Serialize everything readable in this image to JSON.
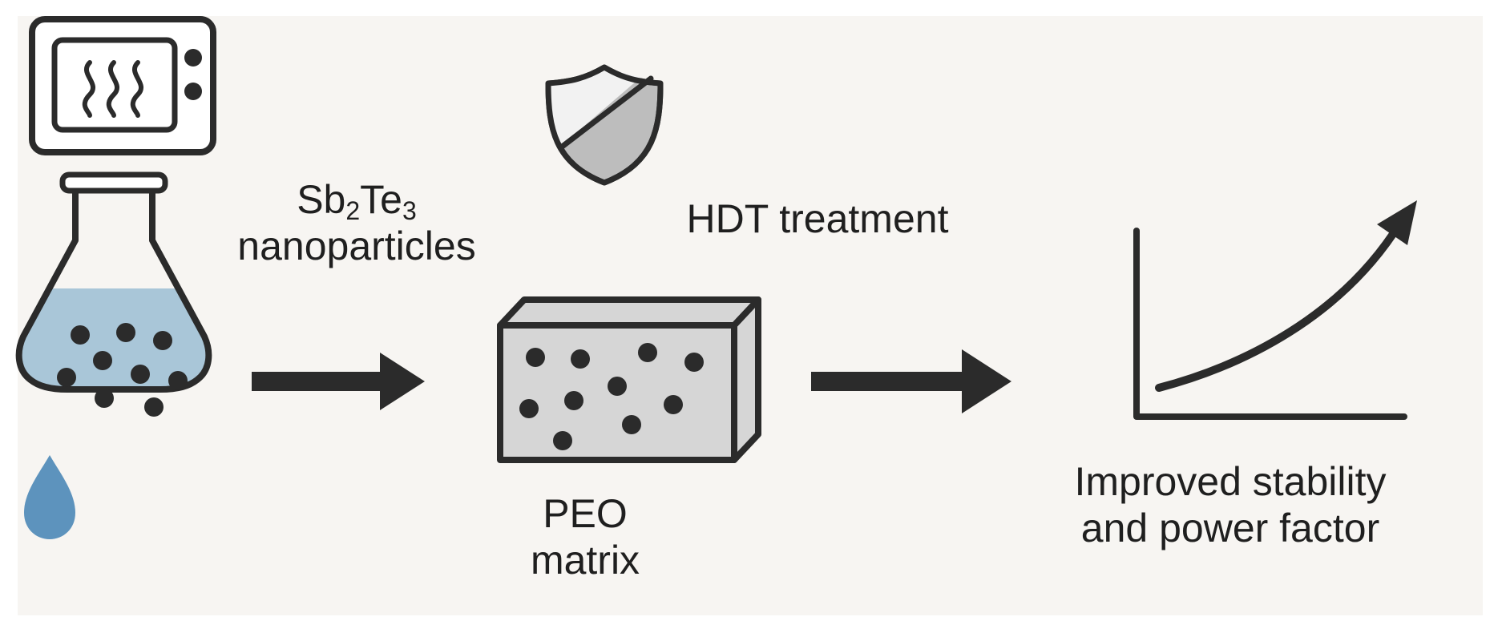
{
  "labels": {
    "nanoparticles_sb": "Sb",
    "nanoparticles_sub2": "2",
    "nanoparticles_te": "Te",
    "nanoparticles_sub3": "3",
    "nanoparticles_word": "nanoparticles",
    "hdt_treatment": "HDT treatment",
    "peo_line1": "PEO",
    "peo_line2": "matrix",
    "result_line1": "Improved stability",
    "result_line2": "and power factor"
  },
  "icons": {
    "heater": "microwave-oven-icon",
    "flask": "erlenmeyer-flask-icon",
    "drop": "water-drop-icon",
    "shield": "shield-icon",
    "block": "composite-block-icon",
    "graph": "rising-curve-graph-icon"
  },
  "colors": {
    "background": "#f7f5f2",
    "outline": "#2b2b2b",
    "liquid": "#a9c6d8",
    "drop": "#5d93bd",
    "block_fill": "#d6d6d6",
    "shield_fill": "#bdbdbd"
  }
}
